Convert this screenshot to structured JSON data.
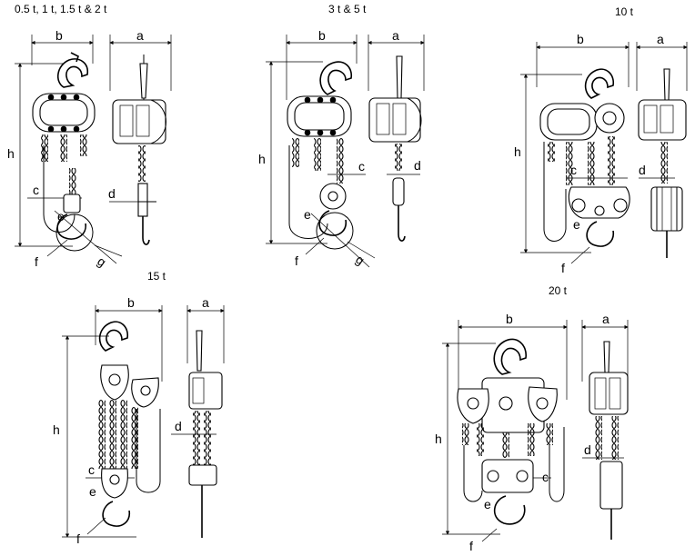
{
  "titles": {
    "small": "0.5 t, 1 t, 1.5 t & 2 t",
    "t3_5": "3 t & 5 t",
    "t10": "10 t",
    "t15": "15 t",
    "t20": "20 t"
  },
  "dims": {
    "a": "a",
    "b": "b",
    "c": "c",
    "d": "d",
    "e": "e",
    "f": "f",
    "g": "g",
    "h": "h"
  }
}
